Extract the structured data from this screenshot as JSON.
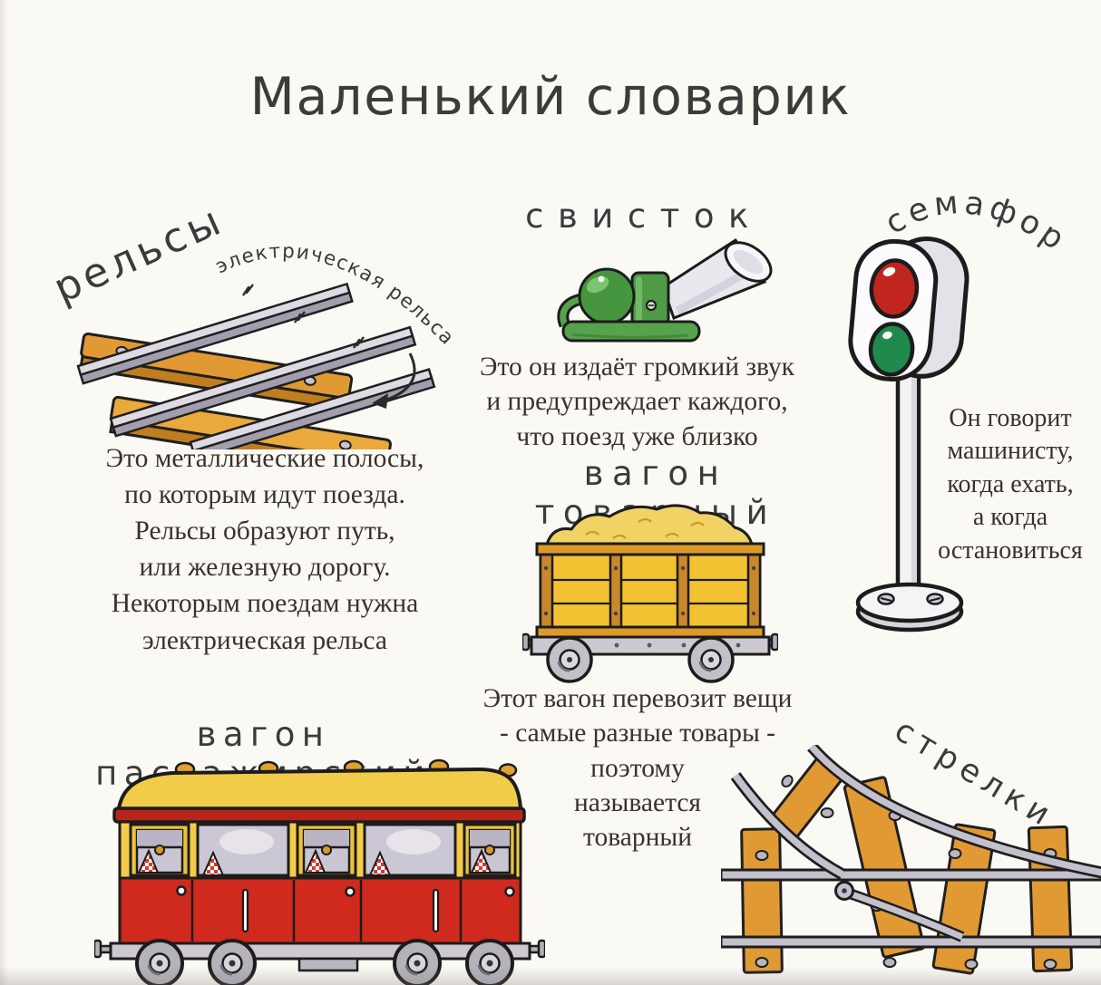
{
  "page": {
    "title": "Маленький словарик"
  },
  "sections": {
    "rails": {
      "label": "рельсы",
      "annotation": "электрическая рельса",
      "description": "Это металлические полосы,\nпо которым идут поезда.\nРельсы образуют путь,\nили железную дорогу.\nНекоторым поездам нужна\nэлектрическая рельса"
    },
    "whistle": {
      "label": "свисток",
      "description": "Это он издаёт громкий звук\nи предупреждает каждого,\nчто поезд уже близко"
    },
    "semaphore": {
      "label": "семафор",
      "description": "Он говорит\nмашинисту,\nкогда ехать,\nа когда\nостановиться"
    },
    "freight_car": {
      "label": "вагон товарный",
      "description": "Этот вагон перевозит вещи\n- самые разные товары -\nпоэтому\nназывается\nтоварный"
    },
    "passenger_car": {
      "label": "вагон пассажирский"
    },
    "switches": {
      "label": "стрелки"
    }
  },
  "illustrations": {
    "rails": "railway-track-with-electric-rail",
    "whistle": "train-whistle",
    "semaphore": "railway-signal-red-green",
    "freight_car": "freight-wagon-loaded",
    "passenger_car": "passenger-wagon",
    "switches": "railway-switch-tracks"
  },
  "colors": {
    "ink": "#3b3b3b",
    "body_text": "#39322c",
    "paper": "#fbf9f4",
    "wood": "#e19a33",
    "rail_metal": "#c5c1cc",
    "whistle_green": "#4e9a47",
    "horn_white": "#eae8ef",
    "signal_red": "#c0261e",
    "signal_green": "#1f8a4b",
    "freight_yellow": "#f2c232",
    "freight_frame": "#c8882b",
    "goods_yellow": "#f1d265",
    "passenger_red": "#cf2a1d",
    "passenger_yellow": "#f2cc49"
  }
}
